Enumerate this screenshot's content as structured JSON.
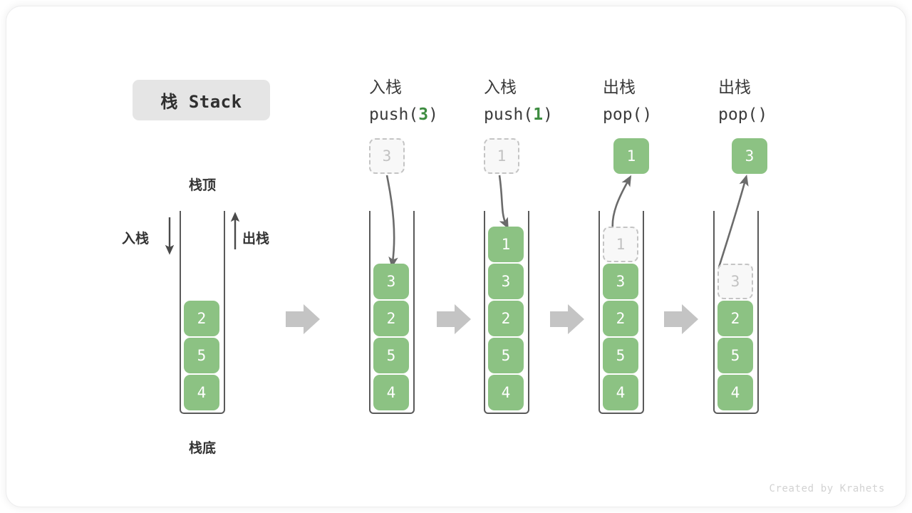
{
  "meta": {
    "credit": "Created by Krahets",
    "title_chip": "栈 Stack"
  },
  "colors": {
    "cell_fill": "#8cc283",
    "cell_text": "#ffffff",
    "ghost_fill": "#f8f8f8",
    "ghost_border": "#c4c4c4",
    "ghost_text": "#c2c2c2",
    "accent_green": "#3d8c40",
    "arrow_gray": "#c4c4c4",
    "line_gray": "#6b6b6b",
    "chip_bg": "#e5e5e5",
    "text_dark": "#333333",
    "background": "#ffffff"
  },
  "annotations": {
    "top_label": "栈顶",
    "bottom_label": "栈底",
    "push_label": "入栈",
    "pop_label": "出栈"
  },
  "columns": [
    {
      "id": "initial",
      "op_cn": "",
      "op_code": "",
      "op_arg": "",
      "above_cell": null,
      "cells": [
        "2",
        "5",
        "4"
      ]
    },
    {
      "id": "push-3",
      "op_cn": "入栈",
      "op_code_prefix": "push(",
      "op_arg": "3",
      "op_code_suffix": ")",
      "above_cell": {
        "value": "3",
        "style": "ghost"
      },
      "cells": [
        "3",
        "2",
        "5",
        "4"
      ]
    },
    {
      "id": "push-1",
      "op_cn": "入栈",
      "op_code_prefix": "push(",
      "op_arg": "1",
      "op_code_suffix": ")",
      "above_cell": {
        "value": "1",
        "style": "ghost"
      },
      "cells": [
        "1",
        "3",
        "2",
        "5",
        "4"
      ]
    },
    {
      "id": "pop-1",
      "op_cn": "出栈",
      "op_code_prefix": "pop(",
      "op_arg": "",
      "op_code_suffix": ")",
      "above_cell": {
        "value": "1",
        "style": "filled"
      },
      "cells_ghost_top": "1",
      "cells": [
        "3",
        "2",
        "5",
        "4"
      ]
    },
    {
      "id": "pop-3",
      "op_cn": "出栈",
      "op_code_prefix": "pop(",
      "op_arg": "",
      "op_code_suffix": ")",
      "above_cell": {
        "value": "3",
        "style": "filled"
      },
      "cells_ghost_top": "3",
      "cells": [
        "2",
        "5",
        "4"
      ]
    }
  ],
  "cells": {
    "c0_0": "2",
    "c0_1": "5",
    "c0_2": "4",
    "c1_ghost": "3",
    "c1_0": "3",
    "c1_1": "2",
    "c1_2": "5",
    "c1_3": "4",
    "c2_ghost": "1",
    "c2_0": "1",
    "c2_1": "3",
    "c2_2": "2",
    "c2_3": "5",
    "c2_4": "4",
    "c3_out": "1",
    "c3_g": "1",
    "c3_0": "3",
    "c3_1": "2",
    "c3_2": "5",
    "c3_3": "4",
    "c4_out": "3",
    "c4_g": "3",
    "c4_0": "2",
    "c4_1": "5",
    "c4_2": "4"
  },
  "labels": {
    "l1_cn": "入栈",
    "l1_pre": "push(",
    "l1_arg": "3",
    "l1_suf": ")",
    "l2_cn": "入栈",
    "l2_pre": "push(",
    "l2_arg": "1",
    "l2_suf": ")",
    "l3_cn": "出栈",
    "l3_pre": "pop(",
    "l3_arg": "",
    "l3_suf": ")",
    "l4_cn": "出栈",
    "l4_pre": "pop(",
    "l4_arg": "",
    "l4_suf": ")"
  }
}
